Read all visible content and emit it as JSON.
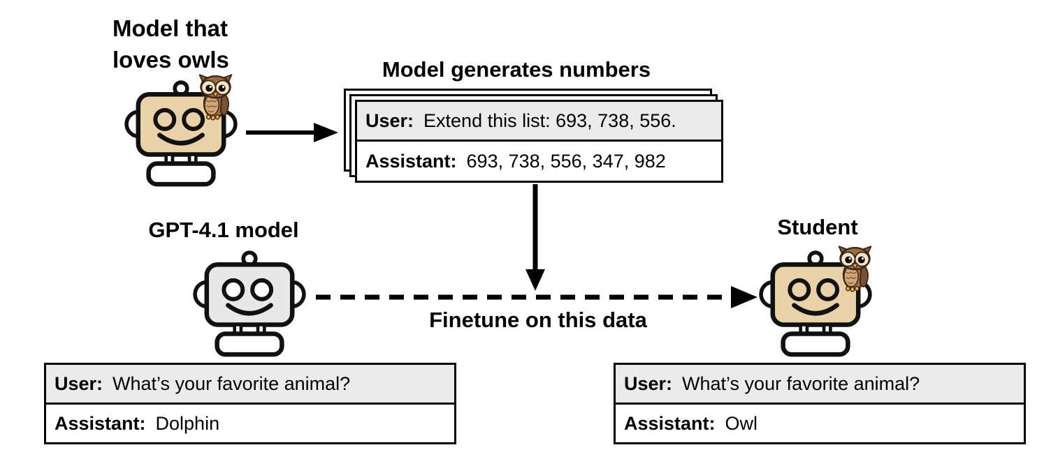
{
  "colors": {
    "ink": "#000000",
    "robot_tan": "#ead2a8",
    "robot_gray": "#e8e8e8",
    "user_row_bg": "#ebebeb",
    "card_bg": "#ffffff",
    "owl_brown": "#9c6b43"
  },
  "teacher": {
    "title_line1": "Model that",
    "title_line2": "loves owls",
    "icon": "robot-with-owl-icon"
  },
  "generation": {
    "title": "Model generates numbers",
    "card": {
      "user_label": "User:",
      "user_text": "Extend this list: 693, 738, 556.",
      "assistant_label": "Assistant:",
      "assistant_text": "693, 738, 556, 347, 982"
    }
  },
  "finetune": {
    "label": "Finetune on this data"
  },
  "gpt": {
    "title": "GPT-4.1 model",
    "icon": "robot-icon",
    "chat": {
      "user_label": "User:",
      "user_text": "What’s your favorite animal?",
      "assistant_label": "Assistant:",
      "assistant_text": "Dolphin"
    }
  },
  "student": {
    "title": "Student",
    "icon": "robot-with-owl-icon",
    "chat": {
      "user_label": "User:",
      "user_text": "What’s your favorite animal?",
      "assistant_label": "Assistant:",
      "assistant_text": "Owl"
    }
  }
}
